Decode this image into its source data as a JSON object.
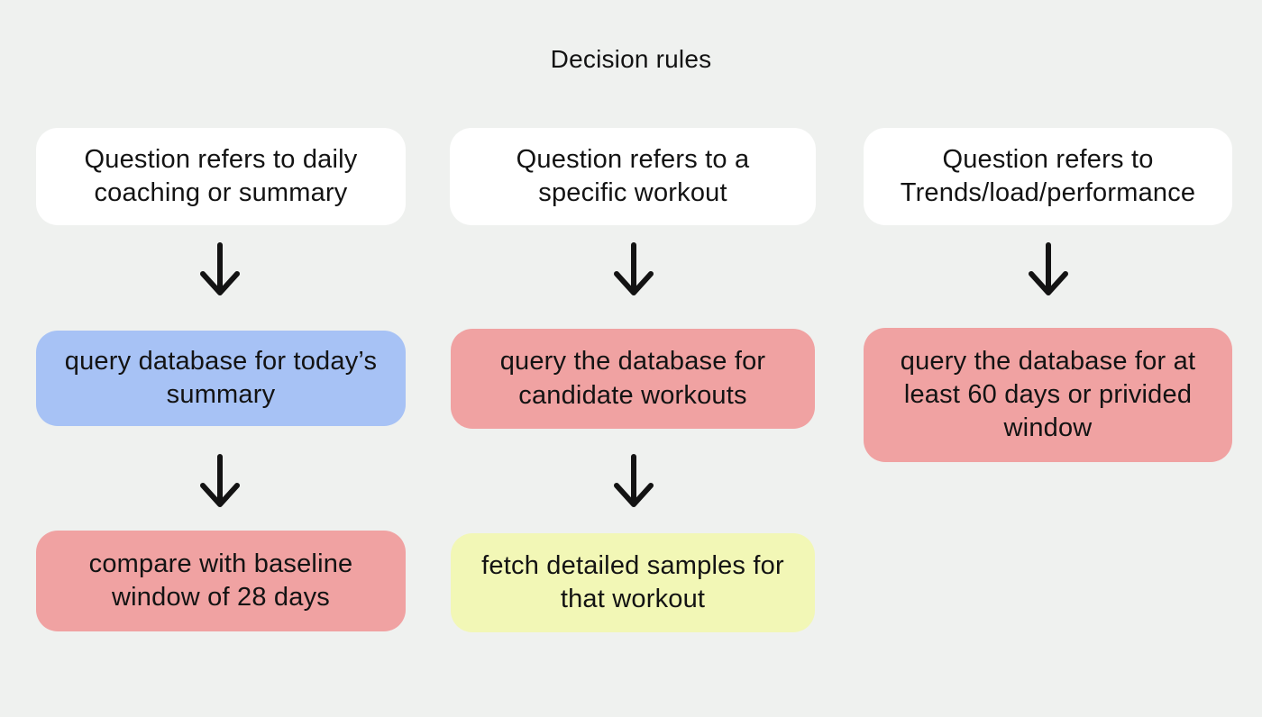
{
  "title": "Decision rules",
  "palette": {
    "background": "#eff1ef",
    "condition_box": "#ffffff",
    "action_blue": "#a7c2f5",
    "action_pink": "#f0a2a2",
    "action_yellow": "#f2f7b6",
    "text": "#131313",
    "arrow": "#131313"
  },
  "columns": [
    {
      "name": "daily-coaching",
      "steps": [
        {
          "text": "Question refers to daily coaching or summary",
          "fill": "white"
        },
        {
          "text": "query database for today’s summary",
          "fill": "blue"
        },
        {
          "text": "compare with baseline window of 28 days",
          "fill": "pink"
        }
      ]
    },
    {
      "name": "specific-workout",
      "steps": [
        {
          "text": "Question refers to a specific workout",
          "fill": "white"
        },
        {
          "text": "query the database for candidate workouts",
          "fill": "pink"
        },
        {
          "text": "fetch detailed samples for that workout",
          "fill": "yellow"
        }
      ]
    },
    {
      "name": "trends-load-performance",
      "steps": [
        {
          "text": "Question refers to Trends/load/performance",
          "fill": "white"
        },
        {
          "text": "query the database for at least 60 days or privided window",
          "fill": "pink"
        }
      ]
    }
  ]
}
